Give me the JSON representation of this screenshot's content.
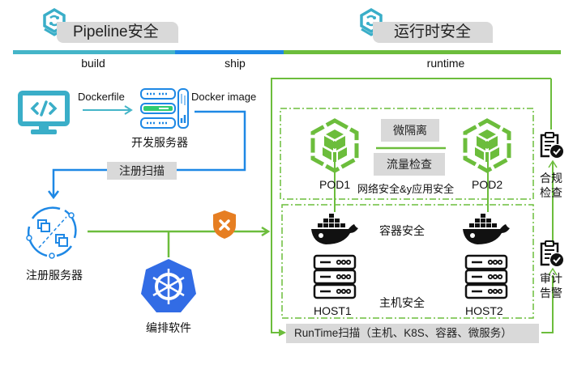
{
  "headers": {
    "pipeline": "Pipeline安全",
    "runtime": "运行时安全"
  },
  "phases": {
    "build": "build",
    "ship": "ship",
    "runtime": "runtime"
  },
  "colors": {
    "build_bar": "#45b5c8",
    "ship_bar": "#1e88e5",
    "runtime_bar": "#6cbd3c",
    "flow_blue": "#1e88e5",
    "flow_green": "#6cbd3c",
    "pod_green": "#6cbd3c",
    "k8s_blue": "#326ce5",
    "shield_orange": "#e67e22",
    "monitor_teal": "#3aaec8",
    "label_gray": "#d9d9d9"
  },
  "build": {
    "dockerfile_label": "Dockerfile",
    "docker_image_label": "Docker image",
    "dev_server_label": "开发服务器",
    "registry_scan_label": "注册扫描",
    "registry_server_label": "注册服务器",
    "orchestration_label": "编排软件"
  },
  "runtime": {
    "pod1_label": "POD1",
    "pod2_label": "POD2",
    "micro_isolation_label": "微隔离",
    "traffic_inspection_label": "流量检查",
    "network_app_security_label": "网络安全&y应用安全",
    "container_security_label": "容器安全",
    "host_security_label": "主机安全",
    "host1_label": "HOST1",
    "host2_label": "HOST2",
    "runtime_scan_label": "RunTime扫描（主机、K8S、容器、微服务）",
    "compliance_line1": "合规",
    "compliance_line2": "检查",
    "audit_line1": "审计",
    "audit_line2": "告警"
  },
  "icons": {
    "logo": "hex-logo-icon",
    "monitor": "code-monitor-icon",
    "dev_server": "server-stack-icon",
    "registry": "registry-icon",
    "k8s": "kubernetes-helm-icon",
    "shield": "shield-x-icon",
    "pod": "hex-cube-icon",
    "docker": "docker-whale-icon",
    "host": "server-rack-icon",
    "clipboard": "clipboard-check-icon"
  }
}
